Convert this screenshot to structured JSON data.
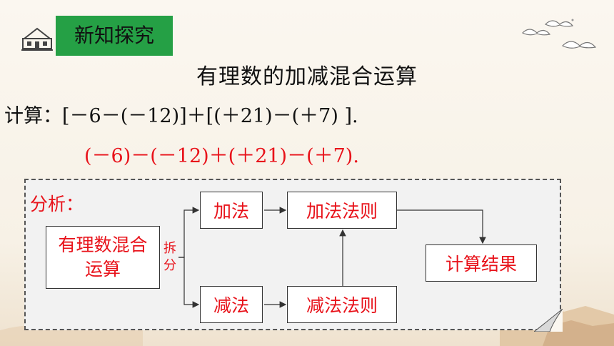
{
  "header": {
    "section_label": "新知探究"
  },
  "title": "有理数的加减混合运算",
  "problem": {
    "label": "计算：",
    "expression": "[－6－(－12)]＋[(＋21)－(＋7) ]."
  },
  "step_expression": "(－6)－(－12)＋(＋21)－(＋7).",
  "analysis": {
    "label": "分析：",
    "mixed_box": "有理数混合运算",
    "split_label_1": "拆",
    "split_label_2": "分",
    "addition": "加法",
    "addition_rule": "加法法则",
    "subtraction": "减法",
    "subtraction_rule": "减法法则",
    "result": "计算结果"
  },
  "colors": {
    "badge_green": "#25a045",
    "accent_red": "#e8121a"
  },
  "icons": [
    "building-logo-icon",
    "birds-icon",
    "landscape-decoration"
  ]
}
